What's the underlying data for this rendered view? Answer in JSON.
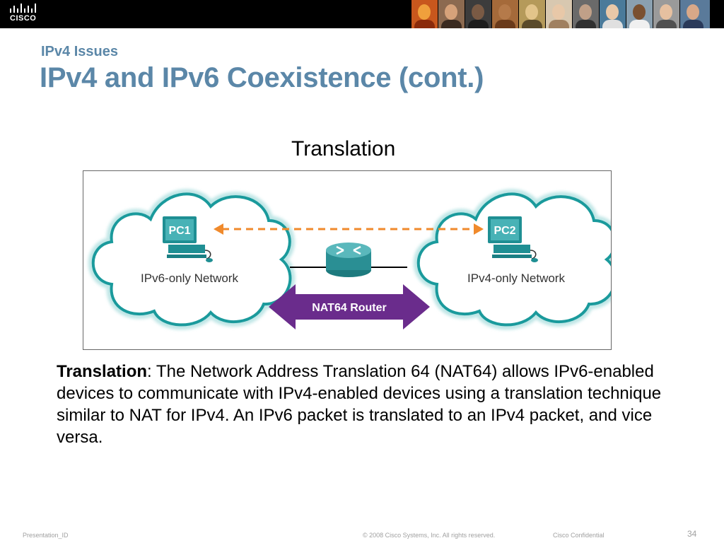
{
  "brand": {
    "logo_text": "CISCO"
  },
  "slide": {
    "subtitle": "IPv4 Issues",
    "title": "IPv4 and IPv6 Coexistence (cont.)",
    "diagram_caption": "Translation"
  },
  "diagram": {
    "left_cloud_label": "IPv6-only Network",
    "right_cloud_label": "IPv4-only Network",
    "left_pc_label": "PC1",
    "right_pc_label": "PC2",
    "router_label": "NAT64 Router",
    "colors": {
      "cloud": "#1a9a9c",
      "arrow": "#f08a2c",
      "nat": "#6a2c8c",
      "router": "#2a8f94",
      "pc": "#1f8f93"
    }
  },
  "body": {
    "term": "Translation",
    "description": ": The Network Address Translation 64 (NAT64) allows IPv6-enabled devices to communicate with IPv4-enabled devices using a translation technique similar to NAT for IPv4. An IPv6 packet is translated to an IPv4 packet, and vice versa."
  },
  "footer": {
    "presentation_id": "Presentation_ID",
    "copyright": "© 2008 Cisco Systems, Inc. All rights reserved.",
    "confidential": "Cisco Confidential",
    "page_number": "34"
  }
}
